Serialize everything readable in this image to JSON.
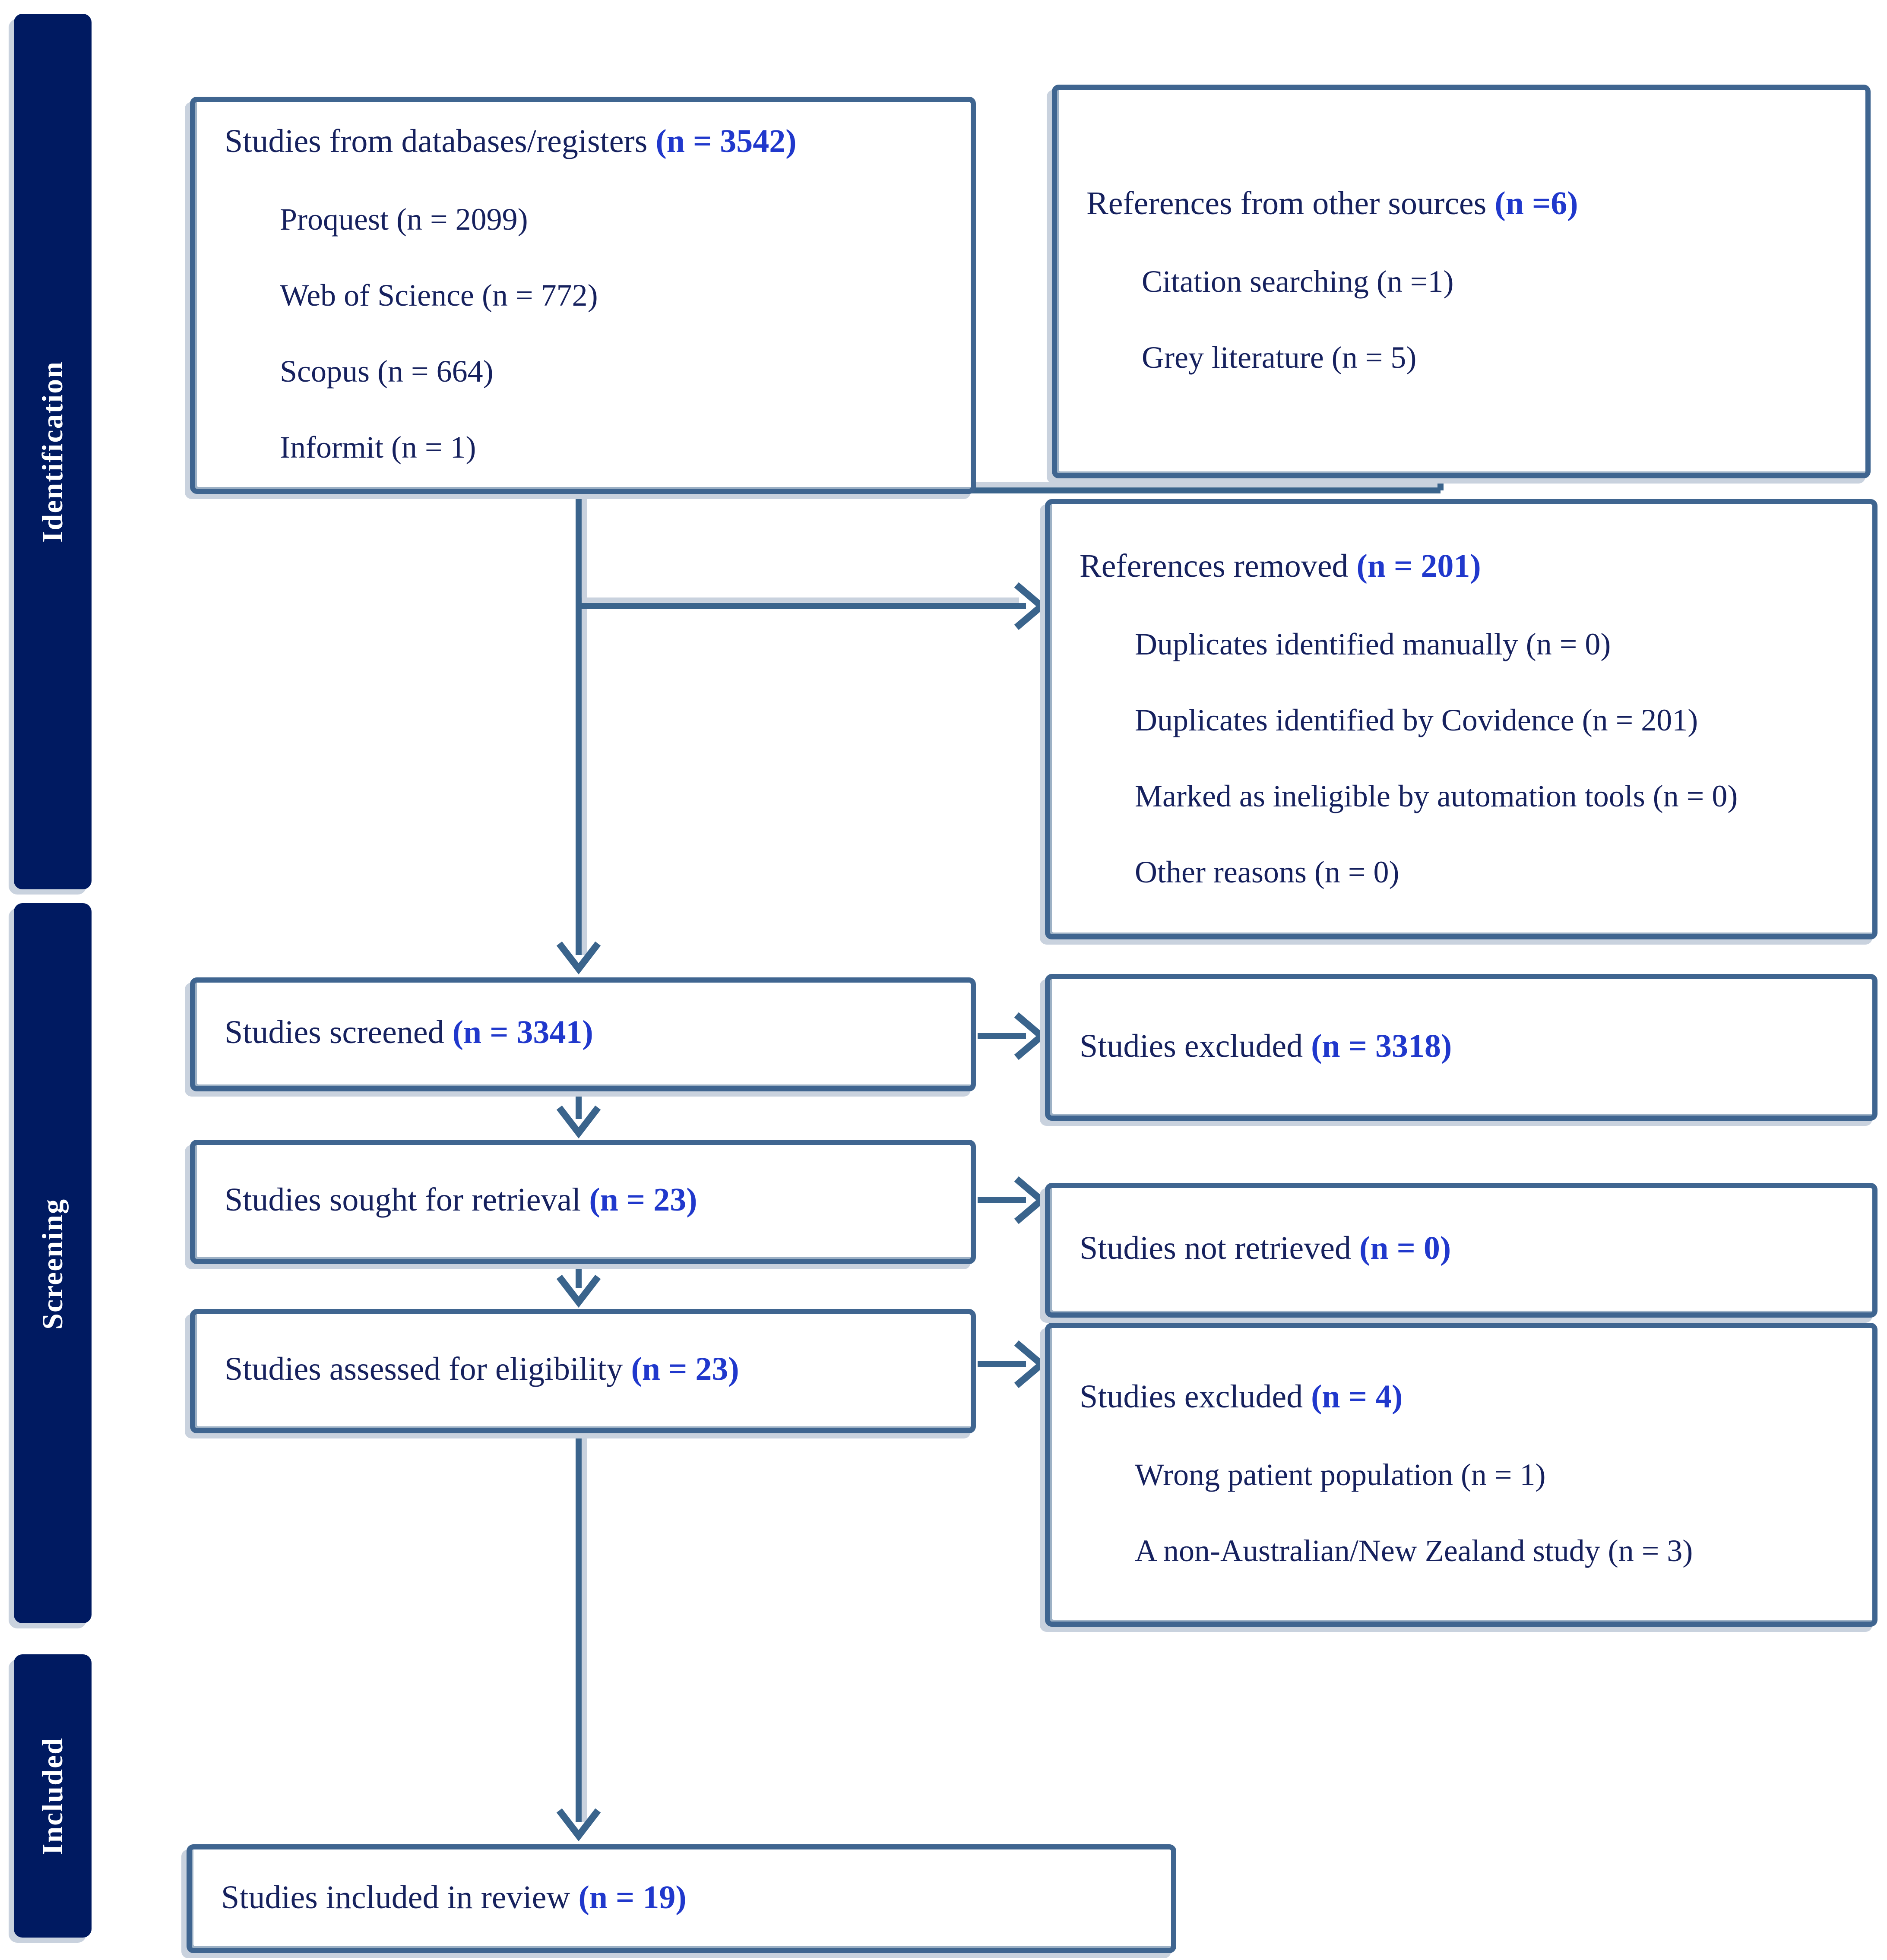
{
  "diagram": {
    "sidebar": {
      "identification": "Identification",
      "screening": "Screening",
      "included": "Included"
    },
    "boxes": {
      "databases": {
        "title_label": "Studies from databases/registers ",
        "title_n": "(n = 3542)",
        "items": [
          "Proquest (n = 2099)",
          "Web of Science (n = 772)",
          "Scopus (n = 664)",
          "Informit (n = 1)"
        ]
      },
      "other_sources": {
        "title_label": "References from other sources ",
        "title_n": "(n =6)",
        "items": [
          "Citation searching (n =1)",
          "Grey literature (n = 5)"
        ]
      },
      "references_removed": {
        "title_label": "References removed ",
        "title_n": "(n = 201)",
        "items": [
          "Duplicates identified manually (n = 0)",
          "Duplicates identified by Covidence (n = 201)",
          "Marked as ineligible by automation tools (n = 0)",
          "Other reasons (n = 0)"
        ]
      },
      "screened": {
        "title_label": "Studies screened ",
        "title_n": "(n = 3341)"
      },
      "excluded_screened": {
        "title_label": "Studies excluded ",
        "title_n": "(n = 3318)"
      },
      "sought": {
        "title_label": "Studies sought for retrieval ",
        "title_n": "(n = 23)"
      },
      "not_retrieved": {
        "title_label": "Studies not retrieved ",
        "title_n": "(n = 0)"
      },
      "assessed": {
        "title_label": "Studies assessed for eligibility ",
        "title_n": "(n = 23)"
      },
      "excluded_assessed": {
        "title_label": "Studies excluded ",
        "title_n": "(n = 4)",
        "items": [
          "Wrong patient population (n = 1)",
          "A non-Australian/New Zealand study (n = 3)"
        ]
      },
      "included_review": {
        "title_label": "Studies included in review ",
        "title_n": "(n = 19)"
      }
    },
    "colors": {
      "sidebar_bg": "#001a61",
      "sidebar_text": "#ffffff",
      "box_border": "#3f6590",
      "shadow": "#c9d2de",
      "connector": "#3a648c",
      "label_text": "#16215e",
      "value_text": "#2038cc"
    }
  }
}
